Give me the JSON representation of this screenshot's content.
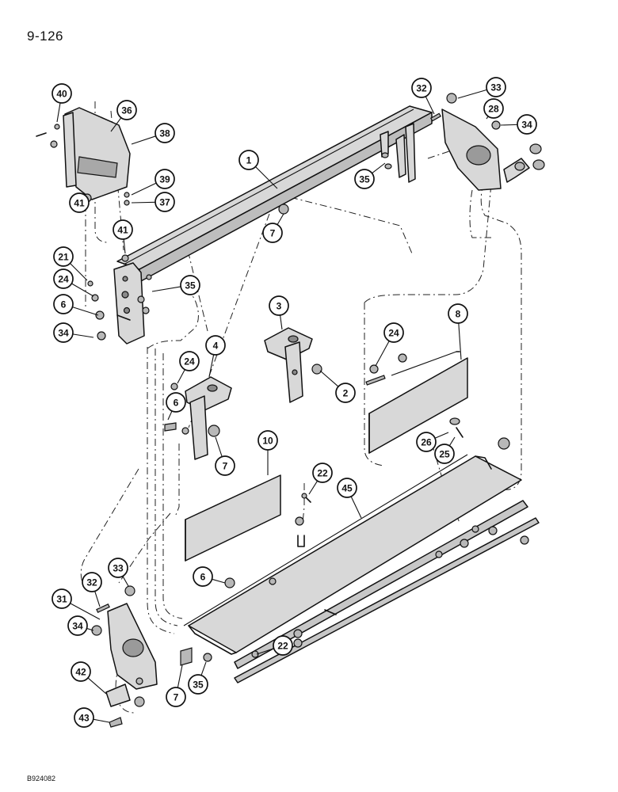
{
  "page": {
    "number": "9-126",
    "figure_code": "B924082"
  },
  "callouts": [
    {
      "label": "1"
    },
    {
      "label": "2"
    },
    {
      "label": "3"
    },
    {
      "label": "4"
    },
    {
      "label": "6"
    },
    {
      "label": "6"
    },
    {
      "label": "6"
    },
    {
      "label": "7"
    },
    {
      "label": "7"
    },
    {
      "label": "7"
    },
    {
      "label": "8"
    },
    {
      "label": "10"
    },
    {
      "label": "21"
    },
    {
      "label": "22"
    },
    {
      "label": "22"
    },
    {
      "label": "24"
    },
    {
      "label": "24"
    },
    {
      "label": "24"
    },
    {
      "label": "25"
    },
    {
      "label": "26"
    },
    {
      "label": "28"
    },
    {
      "label": "31"
    },
    {
      "label": "32"
    },
    {
      "label": "32"
    },
    {
      "label": "33"
    },
    {
      "label": "33"
    },
    {
      "label": "34"
    },
    {
      "label": "34"
    },
    {
      "label": "34"
    },
    {
      "label": "35"
    },
    {
      "label": "35"
    },
    {
      "label": "35"
    },
    {
      "label": "36"
    },
    {
      "label": "37"
    },
    {
      "label": "38"
    },
    {
      "label": "39"
    },
    {
      "label": "40"
    },
    {
      "label": "41"
    },
    {
      "label": "41"
    },
    {
      "label": "42"
    },
    {
      "label": "43"
    },
    {
      "label": "45"
    }
  ]
}
